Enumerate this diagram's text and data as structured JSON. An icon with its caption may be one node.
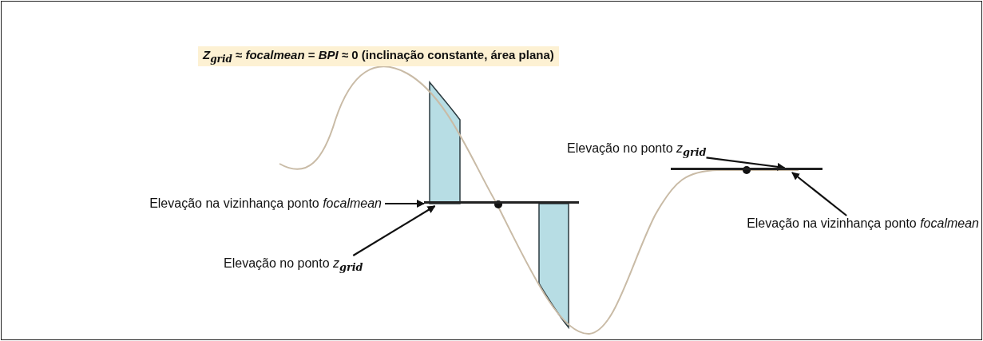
{
  "diagram": {
    "title": "*Z*$_{grid}$ ≈ *focalmean* = *BPI* ≈ 0 (inclinação constante, área plana)",
    "nodes": [
      {
        "text": [
          "Elevação na vizinhança ponto *focalmean*"
        ]
      },
      {
        "text": [],
        "shape": "bar"
      },
      {
        "text": [
          "Elevação no ponto *z*$_{grid}$"
        ]
      },
      {
        "text": [
          "Elevação no ponto *z*$_{grid}$"
        ]
      },
      {
        "text": [],
        "shape": "bar"
      },
      {
        "text": [
          "Elevação na vizinhança ponto *focalmean*"
        ]
      }
    ],
    "edges": [
      {
        "from": 0,
        "to": 1,
        "arrow": "to"
      },
      {
        "from": 2,
        "to": 1,
        "arrow": "to"
      },
      {
        "from": 3,
        "to": 4,
        "arrow": "to"
      },
      {
        "from": 5,
        "to": 4,
        "arrow": "to"
      }
    ]
  }
}
